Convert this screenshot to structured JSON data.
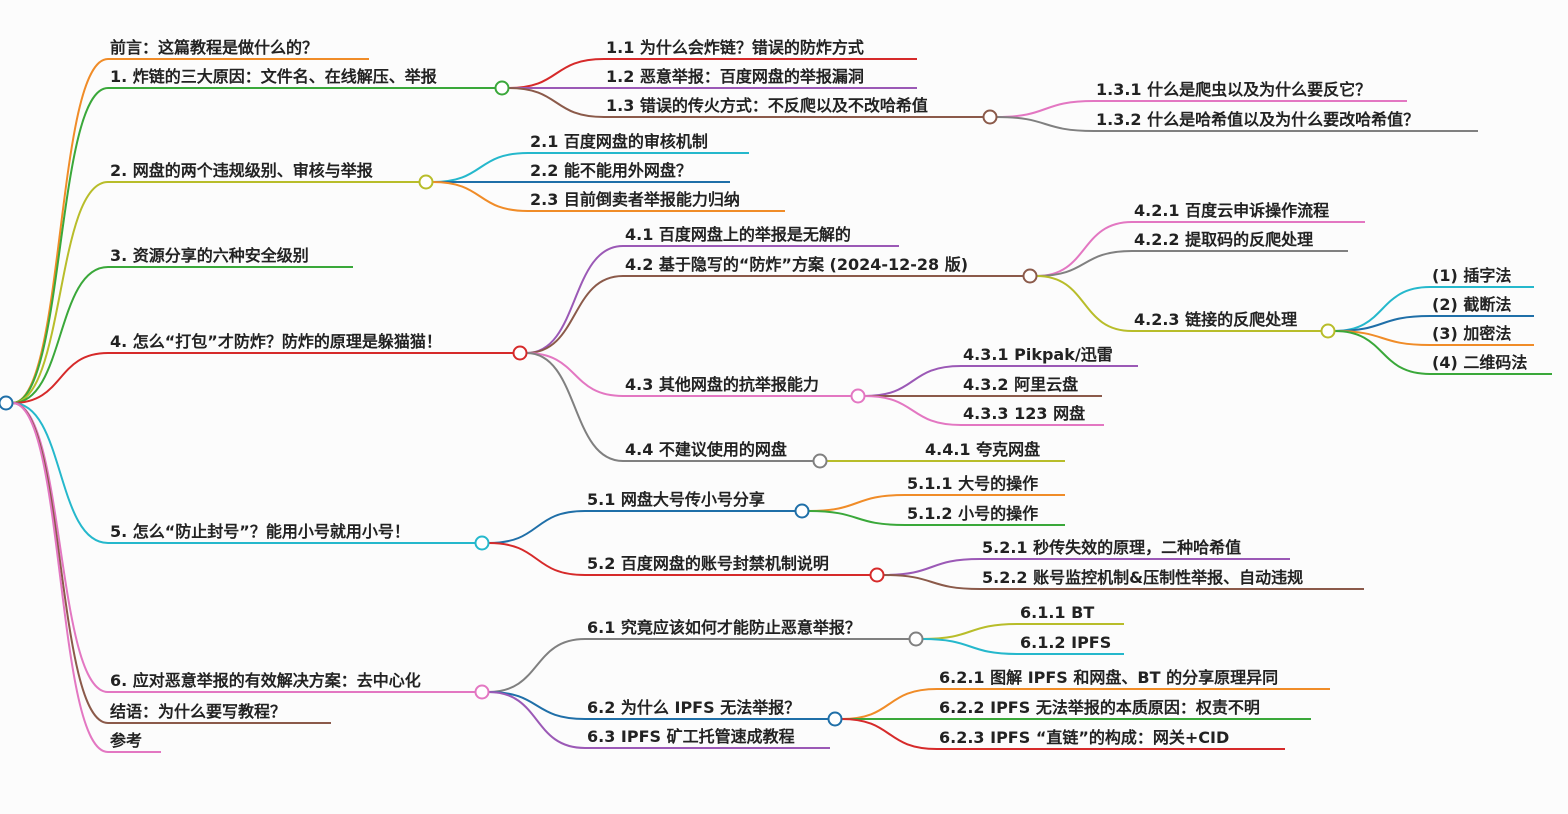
{
  "root": {
    "children": [
      {
        "label": "前言：这篇教程是做什么的？",
        "color": "#f08c28"
      },
      {
        "label": "1. 炸链的三大原因：文件名、在线解压、举报",
        "color": "#3aa83a",
        "children": [
          {
            "label": "1.1 为什么会炸链？错误的防炸方式",
            "color": "#d62a2a"
          },
          {
            "label": "1.2 恶意举报：百度网盘的举报漏洞",
            "color": "#9b59b6"
          },
          {
            "label": "1.3 错误的传火方式：不反爬以及不改哈希值",
            "color": "#8b5a4a",
            "children": [
              {
                "label": "1.3.1 什么是爬虫以及为什么要反它？",
                "color": "#e377c2"
              },
              {
                "label": "1.3.2 什么是哈希值以及为什么要改哈希值？",
                "color": "#808080"
              }
            ]
          }
        ]
      },
      {
        "label": "2. 网盘的两个违规级别、审核与举报",
        "color": "#b8bd2a",
        "children": [
          {
            "label": "2.1 百度网盘的审核机制",
            "color": "#25b8cc"
          },
          {
            "label": "2.2 能不能用外网盘？",
            "color": "#1f6fa8"
          },
          {
            "label": "2.3 目前倒卖者举报能力归纳",
            "color": "#f08c28"
          }
        ]
      },
      {
        "label": "3. 资源分享的六种安全级别",
        "color": "#3aa83a"
      },
      {
        "label": "4. 怎么“打包”才防炸？防炸的原理是躲猫猫！",
        "color": "#d62a2a",
        "children": [
          {
            "label": "4.1 百度网盘上的举报是无解的",
            "color": "#9b59b6"
          },
          {
            "label": "4.2 基于隐写的“防炸”方案 (2024-12-28 版)",
            "color": "#8b5a4a",
            "children": [
              {
                "label": "4.2.1 百度云申诉操作流程",
                "color": "#e377c2"
              },
              {
                "label": "4.2.2 提取码的反爬处理",
                "color": "#808080"
              },
              {
                "label": "4.2.3 链接的反爬处理",
                "color": "#b8bd2a",
                "children": [
                  {
                    "label": "(1) 插字法",
                    "color": "#25b8cc"
                  },
                  {
                    "label": "(2) 截断法",
                    "color": "#1f6fa8"
                  },
                  {
                    "label": "(3) 加密法",
                    "color": "#f08c28"
                  },
                  {
                    "label": "(4) 二维码法",
                    "color": "#3aa83a"
                  }
                ]
              }
            ]
          },
          {
            "label": "4.3 其他网盘的抗举报能力",
            "color": "#e377c2",
            "children": [
              {
                "label": "4.3.1 Pikpak/迅雷",
                "color": "#9b59b6"
              },
              {
                "label": "4.3.2 阿里云盘",
                "color": "#8b5a4a"
              },
              {
                "label": "4.3.3 123 网盘",
                "color": "#e377c2"
              }
            ]
          },
          {
            "label": "4.4 不建议使用的网盘",
            "color": "#808080",
            "children": [
              {
                "label": "4.4.1 夸克网盘",
                "color": "#b8bd2a"
              }
            ]
          }
        ]
      },
      {
        "label": "5. 怎么“防止封号”？能用小号就用小号！",
        "color": "#25b8cc",
        "children": [
          {
            "label": "5.1 网盘大号传小号分享",
            "color": "#1f6fa8",
            "children": [
              {
                "label": "5.1.1 大号的操作",
                "color": "#f08c28"
              },
              {
                "label": "5.1.2 小号的操作",
                "color": "#3aa83a"
              }
            ]
          },
          {
            "label": "5.2 百度网盘的账号封禁机制说明",
            "color": "#d62a2a",
            "children": [
              {
                "label": "5.2.1 秒传失效的原理，二种哈希值",
                "color": "#9b59b6"
              },
              {
                "label": "5.2.2 账号监控机制&压制性举报、自动违规",
                "color": "#8b5a4a"
              }
            ]
          }
        ]
      },
      {
        "label": "6. 应对恶意举报的有效解决方案：去中心化",
        "color": "#e377c2",
        "children": [
          {
            "label": "6.1 究竟应该如何才能防止恶意举报？",
            "color": "#808080",
            "children": [
              {
                "label": "6.1.1 BT",
                "color": "#b8bd2a"
              },
              {
                "label": "6.1.2 IPFS",
                "color": "#25b8cc"
              }
            ]
          },
          {
            "label": "6.2 为什么 IPFS 无法举报？",
            "color": "#1f6fa8",
            "children": [
              {
                "label": "6.2.1 图解 IPFS 和网盘、BT 的分享原理异同",
                "color": "#f08c28"
              },
              {
                "label": "6.2.2 IPFS 无法举报的本质原因：权责不明",
                "color": "#3aa83a"
              },
              {
                "label": "6.2.3 IPFS “直链”的构成：网关+CID",
                "color": "#d62a2a"
              }
            ]
          },
          {
            "label": "6.3 IPFS 矿工托管速成教程",
            "color": "#9b59b6"
          }
        ]
      },
      {
        "label": "结语：为什么要写教程？",
        "color": "#8b5a4a"
      },
      {
        "label": "参考",
        "color": "#e377c2"
      }
    ]
  }
}
